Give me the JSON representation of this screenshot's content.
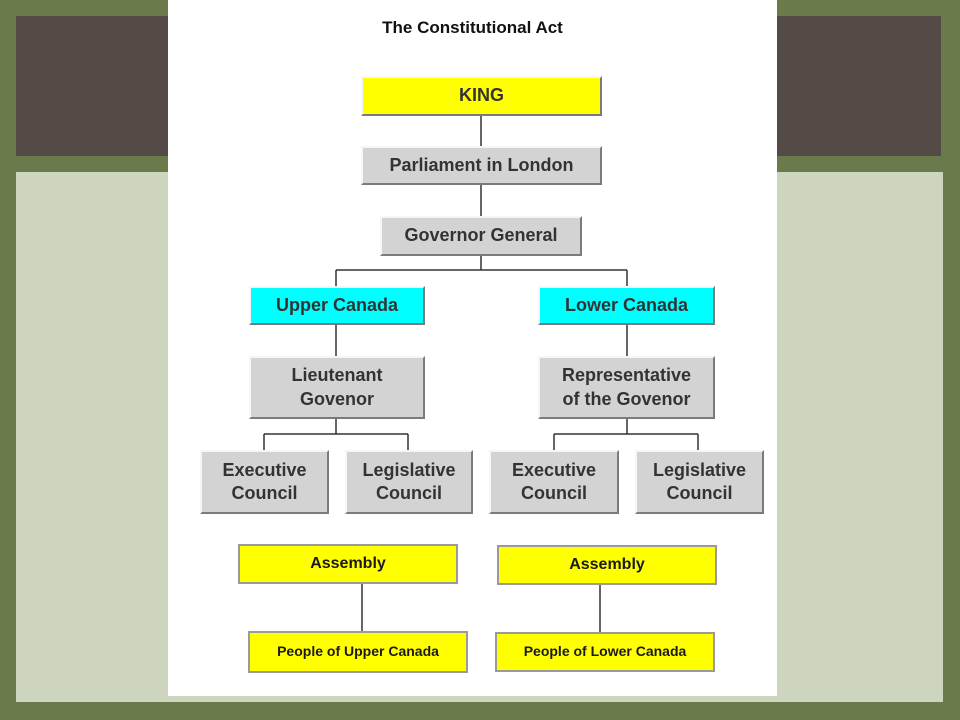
{
  "diagram": {
    "title": "The Constitutional Act",
    "king": "KING",
    "parliament": "Parliament in London",
    "governor_general": "Governor General",
    "upper": {
      "label": "Upper Canada",
      "governor": "Lieutenant\nGovenor",
      "executive": "Executive\nCouncil",
      "legislative": "Legislative\nCouncil",
      "assembly": "Assembly",
      "people": "People of Upper Canada"
    },
    "lower": {
      "label": "Lower Canada",
      "governor": "Representative\nof the Govenor",
      "executive": "Executive\nCouncil",
      "legislative": "Legislative\nCouncil",
      "assembly": "Assembly",
      "people": "People of Lower Canada"
    }
  },
  "colors": {
    "slide_background": "#6b7a4a",
    "title_band": "#544b47",
    "slide_body": "#ced5be",
    "crown_and_assembly_boxes": "#ffff00",
    "province_boxes": "#00ffff",
    "office_boxes": "#d3d3d3"
  }
}
